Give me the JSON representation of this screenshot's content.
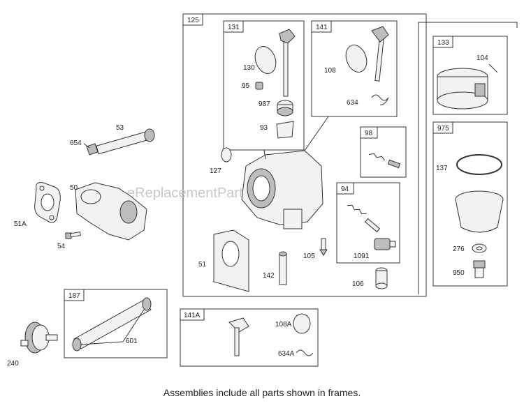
{
  "watermark": "eReplacementParts.com",
  "caption": "Assemblies include all parts shown in frames.",
  "frames": {
    "f125": "125",
    "f131": "131",
    "f141": "141",
    "f133": "133",
    "f98": "98",
    "f94": "94",
    "f975": "975",
    "f187": "187",
    "f141A": "141A"
  },
  "parts": {
    "p53": "53",
    "p654": "654",
    "p50": "50",
    "p51A": "51A",
    "p54": "54",
    "p240": "240",
    "p601": "601",
    "p130": "130",
    "p95": "95",
    "p987": "987",
    "p93": "93",
    "p108": "108",
    "p634": "634",
    "p104": "104",
    "p127": "127",
    "p137": "137",
    "p276": "276",
    "p950": "950",
    "p1091": "1091",
    "p105": "105",
    "p51": "51",
    "p142": "142",
    "p106": "106",
    "p108A": "108A",
    "p634A": "634A"
  }
}
